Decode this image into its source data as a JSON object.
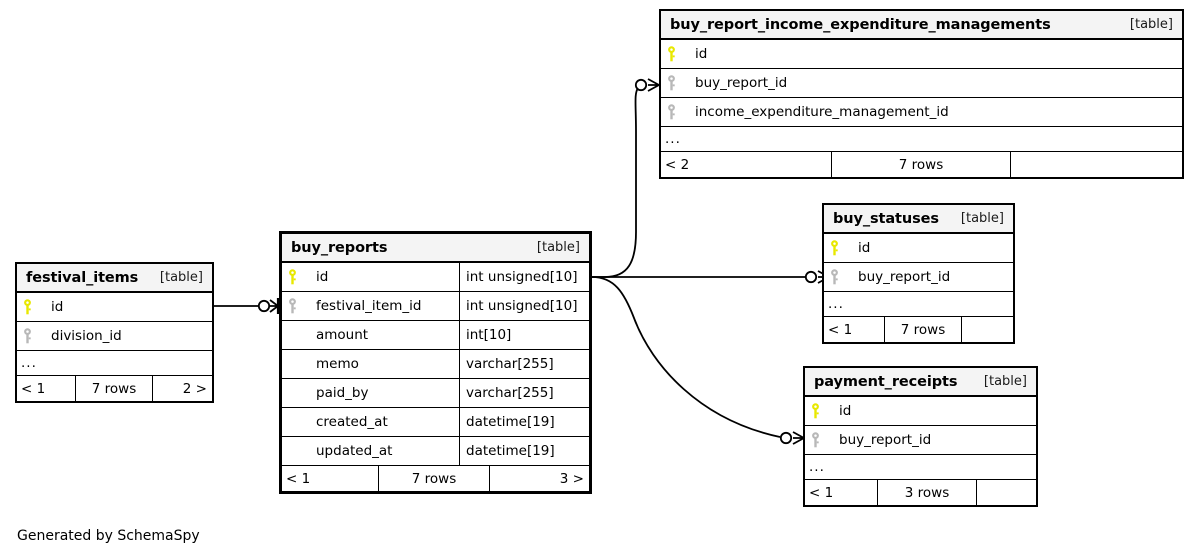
{
  "diagram": {
    "type": "entity-relationship",
    "generator_caption": "Generated by SchemaSpy",
    "table_tag": "[table]",
    "ellipsis": "...",
    "colors": {
      "primary_key": "#e8e800",
      "foreign_key": "#b0b0b0",
      "header_background": "#f4f4f4",
      "border": "#000000",
      "background": "#ffffff"
    }
  },
  "tables": [
    {
      "id": "buy_report_income_expenditure_managements",
      "name": "buy_report_income_expenditure_managements",
      "tag": "[table]",
      "columns": [
        {
          "name": "id",
          "key": "primary",
          "type": ""
        },
        {
          "name": "buy_report_id",
          "key": "foreign",
          "type": ""
        },
        {
          "name": "income_expenditure_management_id",
          "key": "foreign",
          "type": ""
        }
      ],
      "ellipsis": "...",
      "footer": {
        "left": "< 2",
        "middle": "7 rows",
        "right": ""
      }
    },
    {
      "id": "buy_reports",
      "name": "buy_reports",
      "tag": "[table]",
      "columns": [
        {
          "name": "id",
          "key": "primary",
          "type": "int unsigned[10]"
        },
        {
          "name": "festival_item_id",
          "key": "foreign",
          "type": "int unsigned[10]"
        },
        {
          "name": "amount",
          "key": "none",
          "type": "int[10]"
        },
        {
          "name": "memo",
          "key": "none",
          "type": "varchar[255]"
        },
        {
          "name": "paid_by",
          "key": "none",
          "type": "varchar[255]"
        },
        {
          "name": "created_at",
          "key": "none",
          "type": "datetime[19]"
        },
        {
          "name": "updated_at",
          "key": "none",
          "type": "datetime[19]"
        }
      ],
      "ellipsis": "",
      "footer": {
        "left": "< 1",
        "middle": "7 rows",
        "right": "3 >"
      }
    },
    {
      "id": "festival_items",
      "name": "festival_items",
      "tag": "[table]",
      "columns": [
        {
          "name": "id",
          "key": "primary",
          "type": ""
        },
        {
          "name": "division_id",
          "key": "foreign",
          "type": ""
        }
      ],
      "ellipsis": "...",
      "footer": {
        "left": "< 1",
        "middle": "7 rows",
        "right": "2 >"
      }
    },
    {
      "id": "buy_statuses",
      "name": "buy_statuses",
      "tag": "[table]",
      "columns": [
        {
          "name": "id",
          "key": "primary",
          "type": ""
        },
        {
          "name": "buy_report_id",
          "key": "foreign",
          "type": ""
        }
      ],
      "ellipsis": "...",
      "footer": {
        "left": "< 1",
        "middle": "7 rows",
        "right": ""
      }
    },
    {
      "id": "payment_receipts",
      "name": "payment_receipts",
      "tag": "[table]",
      "columns": [
        {
          "name": "id",
          "key": "primary",
          "type": ""
        },
        {
          "name": "buy_report_id",
          "key": "foreign",
          "type": ""
        }
      ],
      "ellipsis": "...",
      "footer": {
        "left": "< 1",
        "middle": "3 rows",
        "right": ""
      }
    }
  ],
  "relationships": [
    {
      "from": "festival_items.id",
      "to": "buy_reports.festival_item_id",
      "notation": "zero-or-many"
    },
    {
      "from": "buy_reports.id",
      "to": "buy_report_income_expenditure_managements.buy_report_id",
      "notation": "zero-or-many"
    },
    {
      "from": "buy_reports.id",
      "to": "buy_statuses.buy_report_id",
      "notation": "zero-or-many"
    },
    {
      "from": "buy_reports.id",
      "to": "payment_receipts.buy_report_id",
      "notation": "zero-or-many"
    }
  ]
}
